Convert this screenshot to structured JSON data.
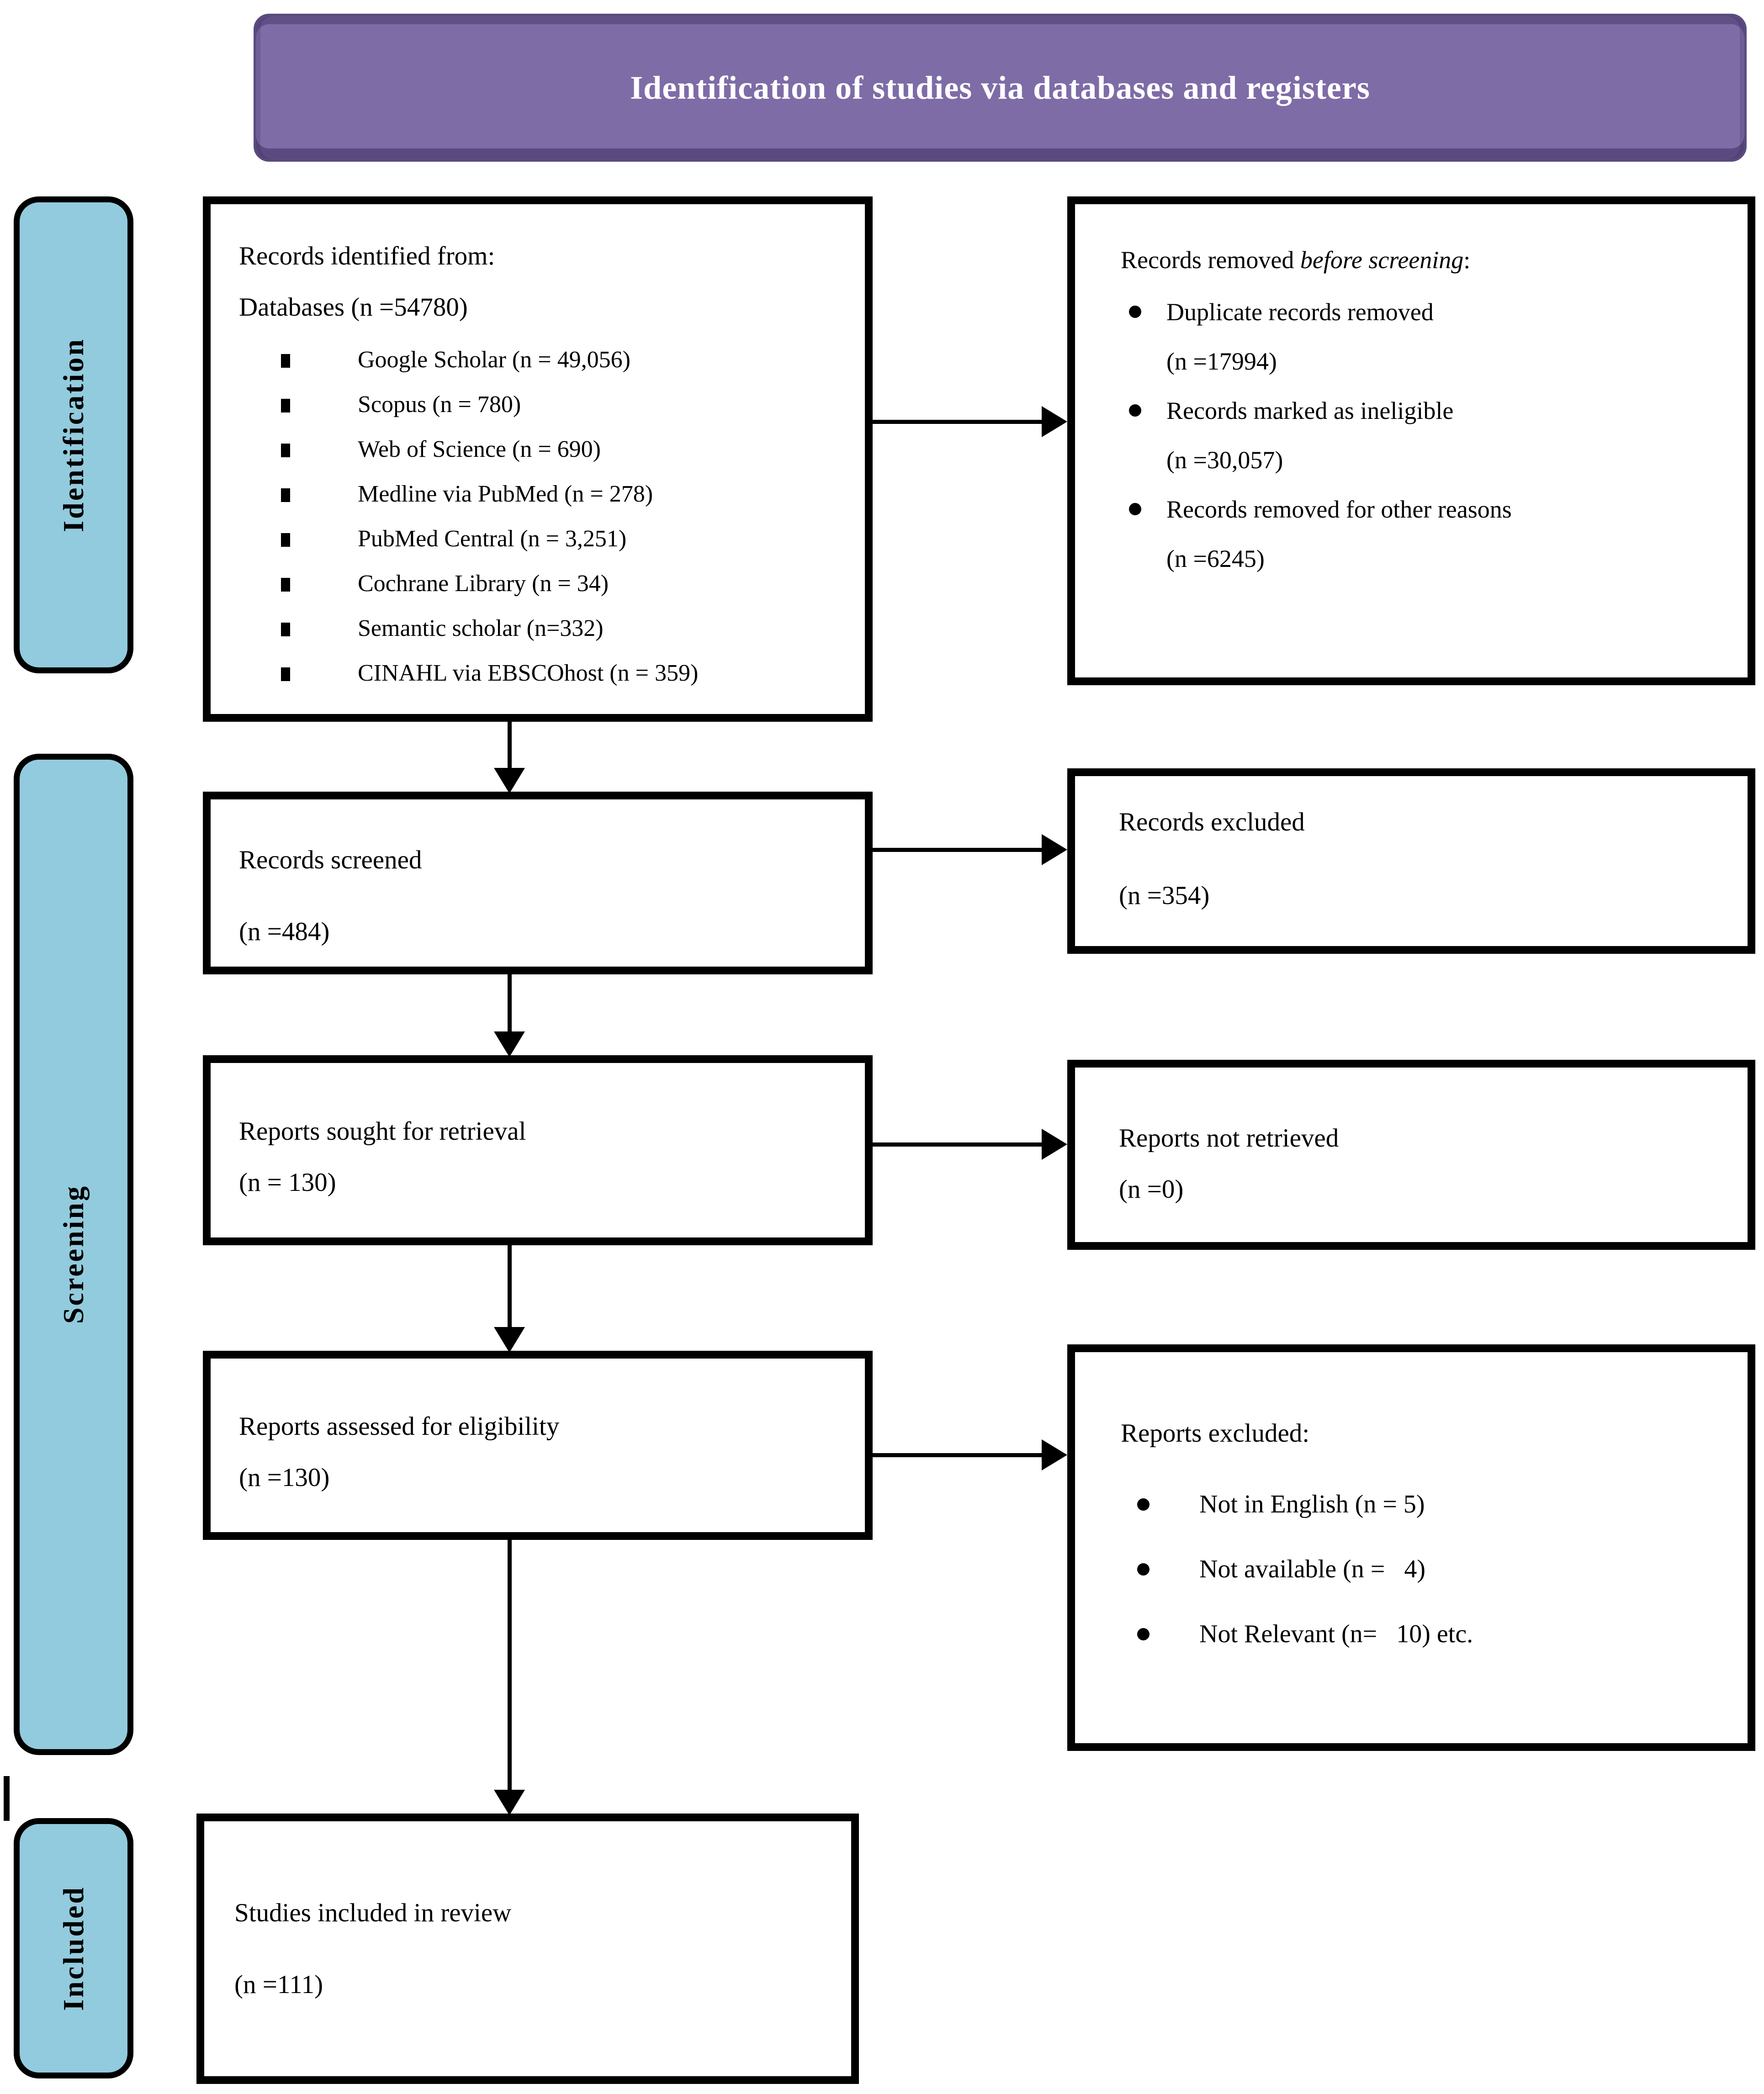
{
  "header": {
    "title": "Identification of studies via databases and registers"
  },
  "sidebar": {
    "identification": "Identification",
    "screening": "Screening",
    "included": "Included"
  },
  "boxes": {
    "identified": {
      "title_line1": "Records identified from:",
      "title_line2": "Databases (n =54780)",
      "items": [
        "Google Scholar (n = 49,056)",
        "Scopus (n = 780)",
        "Web of Science (n = 690)",
        "Medline via PubMed (n = 278)",
        "PubMed Central (n = 3,251)",
        "Cochrane Library (n = 34)",
        "Semantic scholar (n=332)",
        "CINAHL via EBSCOhost (n = 359)"
      ]
    },
    "removed": {
      "title_prefix": "Records removed ",
      "title_italic": "before screening",
      "title_suffix": ":",
      "items": [
        "Duplicate records removed\n(n =17994)",
        "Records marked as ineligible\n(n =30,057)",
        "Records removed for other reasons\n(n =6245)"
      ]
    },
    "screened": {
      "title": "Records screened",
      "count": "(n =484)"
    },
    "records_excluded": {
      "title": "Records excluded",
      "count": "(n =354)"
    },
    "sought": {
      "title": "Reports sought for retrieval",
      "count": "(n = 130)"
    },
    "not_retrieved": {
      "title": "Reports not retrieved",
      "count": "(n =0)"
    },
    "assessed": {
      "title": "Reports assessed for eligibility",
      "count": "(n =130)"
    },
    "reports_excluded": {
      "title": "Reports excluded:",
      "items": [
        "Not in English (n = 5)",
        "Not available (n =   4)",
        "Not Relevant (n=   10) etc."
      ]
    },
    "included_box": {
      "title": "Studies included in review",
      "count": "(n =111)"
    }
  },
  "colors": {
    "header_fill": "#7e6ca7",
    "header_border": "#5a4b7e",
    "stage_fill": "#92cbdd",
    "box_border": "#000000",
    "text": "#000000",
    "header_text": "#ffffff"
  }
}
